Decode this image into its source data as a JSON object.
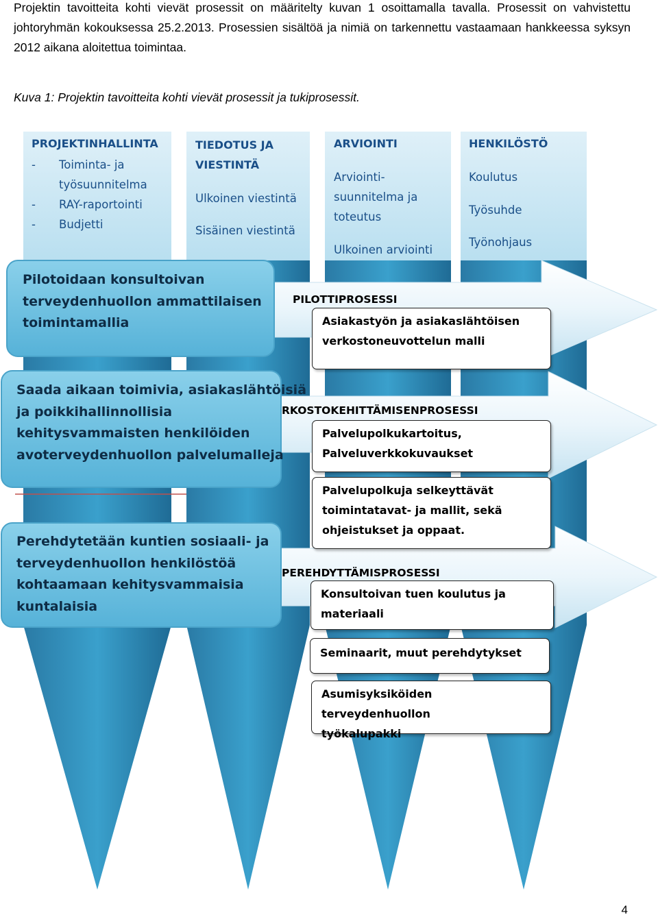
{
  "intro": "Projektin tavoitteita kohti vievät prosessit on määritelty kuvan 1 osoittamalla tavalla. Prosessit on vahvistettu johtoryhmän kokouksessa 25.2.2013. Prosessien sisältöä ja nimiä on tarkennettu vastaamaan hankkeessa syksyn 2012 aikana aloitettua toimintaa.",
  "caption": "Kuva 1: Projektin tavoitteita kohti vievät prosessit ja tukiprosessit.",
  "columns": [
    {
      "title": "PROJEKTINHALLINTA",
      "dash": "-",
      "items": [
        "Toiminta- ja",
        "työsuunnitelma",
        "RAY-raportointi",
        "Budjetti"
      ]
    },
    {
      "title_1": "TIEDOTUS JA",
      "title_2": "VIESTINTÄ",
      "items": [
        "Ulkoinen viestintä",
        "Sisäinen viestintä"
      ]
    },
    {
      "title": "ARVIOINTI",
      "items": [
        "Arviointi-",
        "suunnitelma ja",
        "toteutus",
        "Ulkoinen arviointi"
      ]
    },
    {
      "title": "HENKILÖSTÖ",
      "items": [
        "Koulutus",
        "Työsuhde",
        "Työnohjaus"
      ]
    }
  ],
  "goals": [
    {
      "lines": [
        "Pilotoidaan konsultoivan",
        "terveydenhuollon ammattilaisen",
        "toimintamallia"
      ]
    },
    {
      "lines": [
        "Saada aikaan toimivia, asiakaslähtöisiä",
        "ja poikkihallinnollisia",
        "kehitysvammaisten henkilöiden",
        "avoterveydenhuollon palvelumalleja"
      ]
    },
    {
      "lines": [
        "Perehdytetään kuntien sosiaali- ja",
        "terveydenhuollon henkilöstöä",
        "kohtaamaan kehitysvammaisia",
        "kuntalaisia"
      ]
    }
  ],
  "processes": [
    {
      "label": "PILOTTIPROSESSI",
      "boxes": [
        [
          "Asiakastyön ja asiakaslähtöisen",
          "verkostoneuvottelun malli"
        ]
      ]
    },
    {
      "label": "RKOSTOKEHITTÄMISENPROSESSI",
      "boxes": [
        [
          "Palvelupolkukartoitus,",
          "Palveluverkkokuvaukset"
        ],
        [
          "Palvelupolkuja selkeyttävät",
          "toimintatavat- ja mallit, sekä",
          "ohjeistukset ja oppaat."
        ]
      ]
    },
    {
      "label": "PEREHDYTTÄMISPROSESSI",
      "boxes": [
        [
          "Konsultoivan tuen koulutus ja",
          "materiaali"
        ],
        [
          "Seminaarit, muut perehdytykset"
        ],
        [
          "Asumisyksiköiden terveydenhuollon",
          "työkalupakki"
        ]
      ]
    }
  ],
  "page_number": "4",
  "colors": {
    "column_blue": "#2f8cb8",
    "column_title": "#1a4f88",
    "goal_box": "#6cbfdf",
    "arrow_light": "#e8f4fa"
  }
}
